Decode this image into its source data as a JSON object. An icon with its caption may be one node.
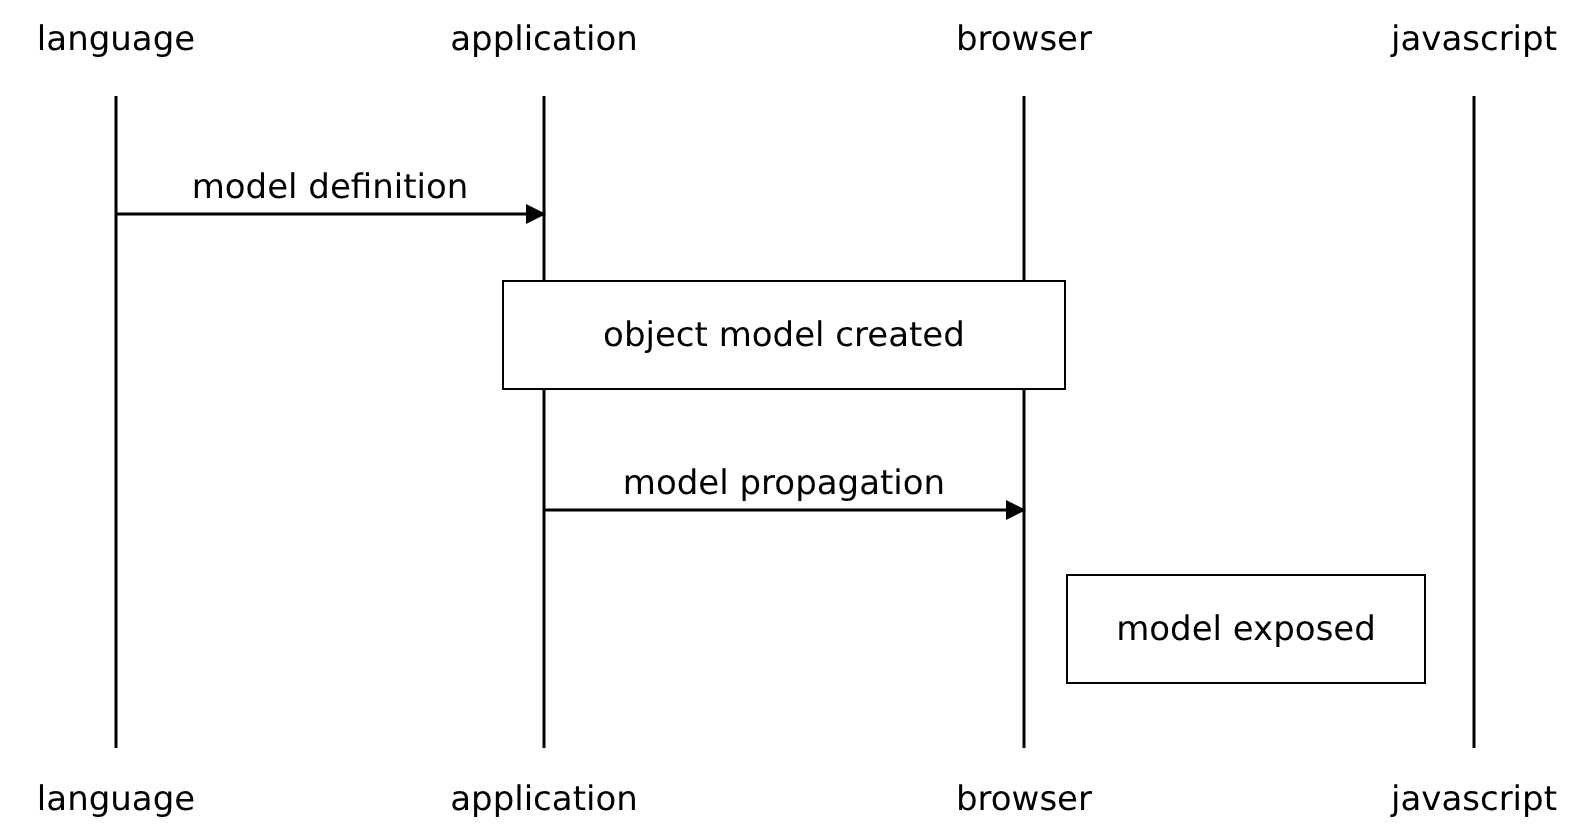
{
  "diagram": {
    "nodes": [
      {
        "text": [
          "language"
        ]
      },
      {
        "text": [
          "application"
        ]
      },
      {
        "text": [
          "browser"
        ]
      },
      {
        "text": [
          "javascript"
        ]
      },
      {
        "text": [
          "object model created"
        ]
      },
      {
        "text": [
          "model exposed"
        ]
      }
    ],
    "edges": [
      {
        "from": 0,
        "to": 1,
        "arrow": "to",
        "label": "model definition"
      },
      {
        "from": 1,
        "to": 2,
        "arrow": "to",
        "label": "model propagation"
      }
    ],
    "labels": [
      "language",
      "application",
      "browser",
      "javascript"
    ]
  }
}
